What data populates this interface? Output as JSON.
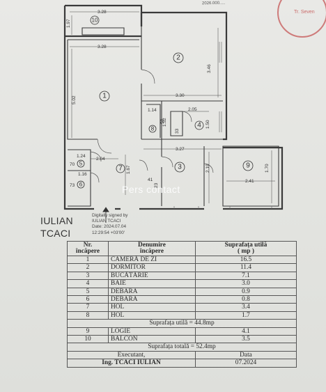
{
  "plan": {
    "dims": {
      "d1": "3.28",
      "d2": "1.97",
      "d3": "3.28",
      "d4": "5.02",
      "d5": "3.46",
      "d6": "3.30",
      "d7": "1.14",
      "d8": "2.05",
      "d9": "1.52",
      "d10": "1.50",
      "d11": "3.27",
      "d12": "1.24",
      "d13": "70",
      "d14": "2.04",
      "d15": "1.67",
      "d16": "2.19",
      "d17": "1.70",
      "d18": "2.41",
      "d19": "1.16",
      "d20": "73",
      "d21": "41",
      "d22": "23",
      "d23": "52",
      "d24": "33"
    },
    "rooms": [
      "1",
      "2",
      "3",
      "4",
      "5",
      "6",
      "7",
      "8",
      "9",
      "10"
    ],
    "watermark": "Pers contact"
  },
  "header": {
    "note": "2026.000.....",
    "stamp_text": "Tr. Seven"
  },
  "signer": {
    "line1": "IULIAN",
    "line2": "TCACI",
    "sig_line1": "Digitally signed by",
    "sig_line2": "IULIAN TCACI",
    "sig_line3": "Date: 2024.07.04",
    "sig_line4": "12:29:54 +03'00'"
  },
  "table": {
    "headers": {
      "nr": "Nr.\nîncăpere",
      "name": "Denumire\nîncăpere",
      "area": "Suprafața utilă\n( mp )"
    },
    "rows": [
      {
        "nr": "1",
        "name": "CAMERĂ DE ZI",
        "area": "16.5"
      },
      {
        "nr": "2",
        "name": "DORMITOR",
        "area": "11.4"
      },
      {
        "nr": "3",
        "name": "BUCĂTĂRIE",
        "area": "7.1"
      },
      {
        "nr": "4",
        "name": "BAIE",
        "area": "3.0"
      },
      {
        "nr": "5",
        "name": "DEBARA",
        "area": "0.9"
      },
      {
        "nr": "6",
        "name": "DEBARA",
        "area": "0.8"
      },
      {
        "nr": "7",
        "name": "HOL",
        "area": "3.4"
      },
      {
        "nr": "8",
        "name": "HOL",
        "area": "1.7"
      }
    ],
    "useful_total": "Suprafața utilă = 44.8mp",
    "extra_rows": [
      {
        "nr": "9",
        "name": "LOGIE",
        "area": "4.1"
      },
      {
        "nr": "10",
        "name": "BALCON",
        "area": "3.5"
      }
    ],
    "grand_total": "Suprafața totală = 52.4mp",
    "executant_label": "Executant,",
    "date_label": "Data",
    "executant_name": "Ing. TCACI IULIAN",
    "date_value": "07.2024"
  }
}
